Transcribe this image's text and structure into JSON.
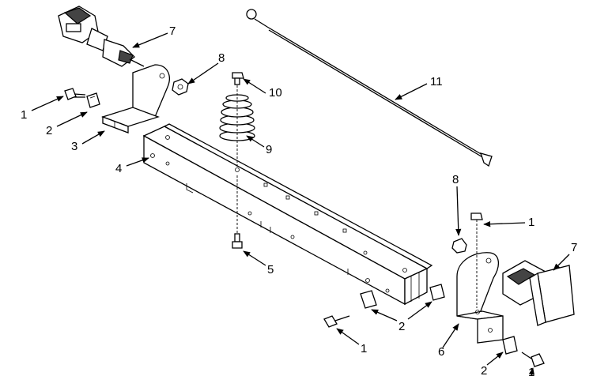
{
  "callouts": [
    {
      "id": "c1a",
      "text": "1"
    },
    {
      "id": "c2a",
      "text": "2"
    },
    {
      "id": "c3",
      "text": "3"
    },
    {
      "id": "c4",
      "text": "4"
    },
    {
      "id": "c5",
      "text": "5"
    },
    {
      "id": "c7a",
      "text": "7"
    },
    {
      "id": "c8a",
      "text": "8"
    },
    {
      "id": "c10",
      "text": "10"
    },
    {
      "id": "c9",
      "text": "9"
    },
    {
      "id": "c11",
      "text": "11"
    },
    {
      "id": "c8b",
      "text": "8"
    },
    {
      "id": "c1b",
      "text": "1"
    },
    {
      "id": "c7b",
      "text": "7"
    },
    {
      "id": "c2b",
      "text": "2"
    },
    {
      "id": "c1c",
      "text": "1"
    },
    {
      "id": "c6",
      "text": "6"
    },
    {
      "id": "c2c",
      "text": "2"
    },
    {
      "id": "c1d",
      "text": "1"
    }
  ]
}
